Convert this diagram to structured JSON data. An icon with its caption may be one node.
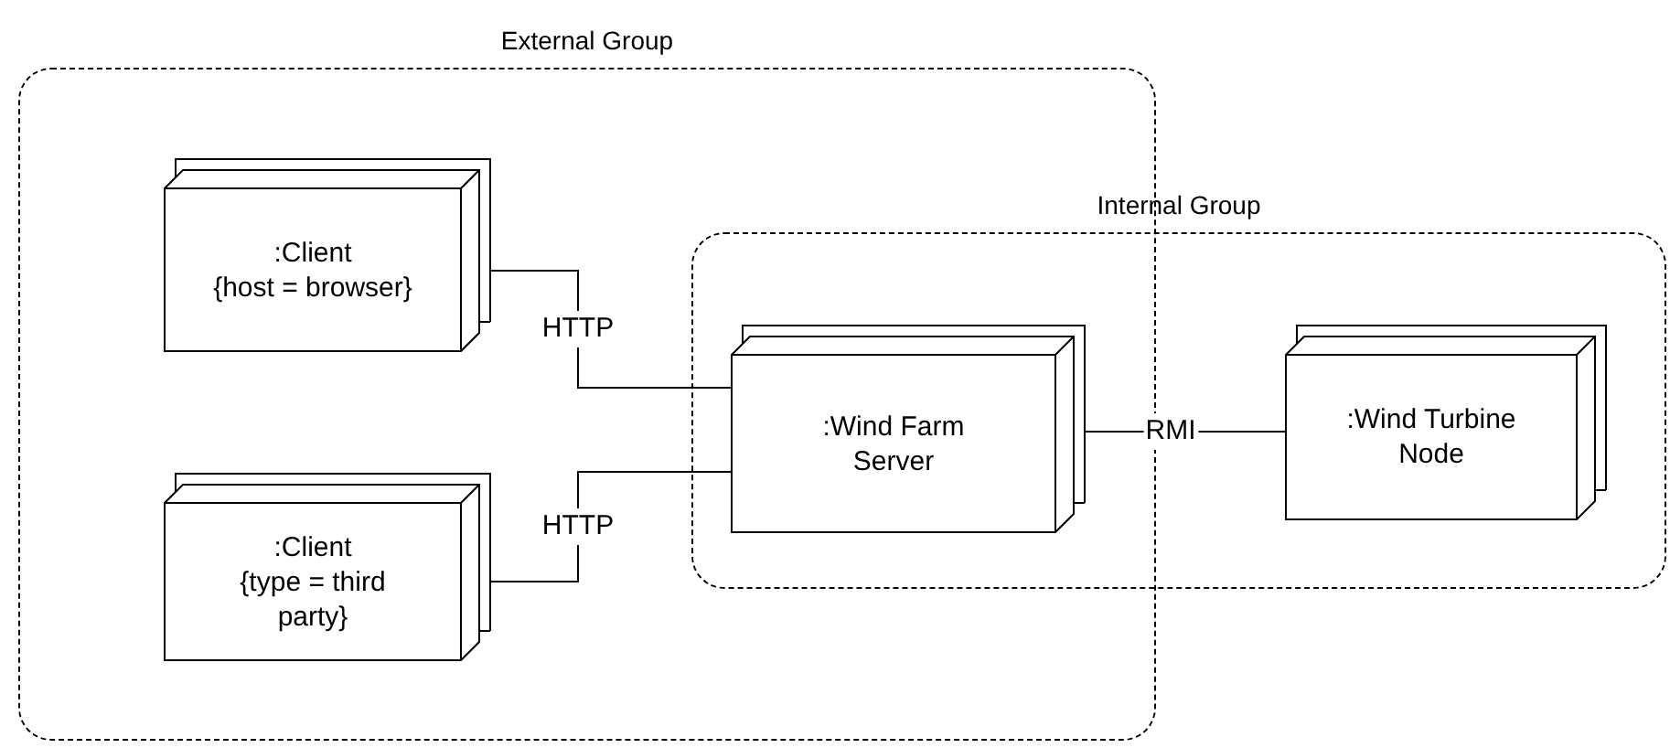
{
  "diagram": {
    "nodes": [
      {
        "text": [
          "External Group"
        ]
      },
      {
        "text": [
          ":Client",
          "{host = browser}"
        ],
        "in": 0
      },
      {
        "text": [
          ":Client",
          "{type = third party}"
        ],
        "in": 0
      },
      {
        "text": [
          "Internal Group"
        ]
      },
      {
        "text": [
          ":Wind Farm Server"
        ]
      },
      {
        "text": [
          ":Wind Turbine Node"
        ],
        "in": 3
      }
    ],
    "edges": [
      {
        "from": 1,
        "to": 4,
        "arrow": "none",
        "label": "HTTP"
      },
      {
        "from": 2,
        "to": 4,
        "arrow": "none",
        "label": "HTTP"
      },
      {
        "from": 4,
        "to": 5,
        "arrow": "none",
        "label": "RMI"
      }
    ]
  }
}
